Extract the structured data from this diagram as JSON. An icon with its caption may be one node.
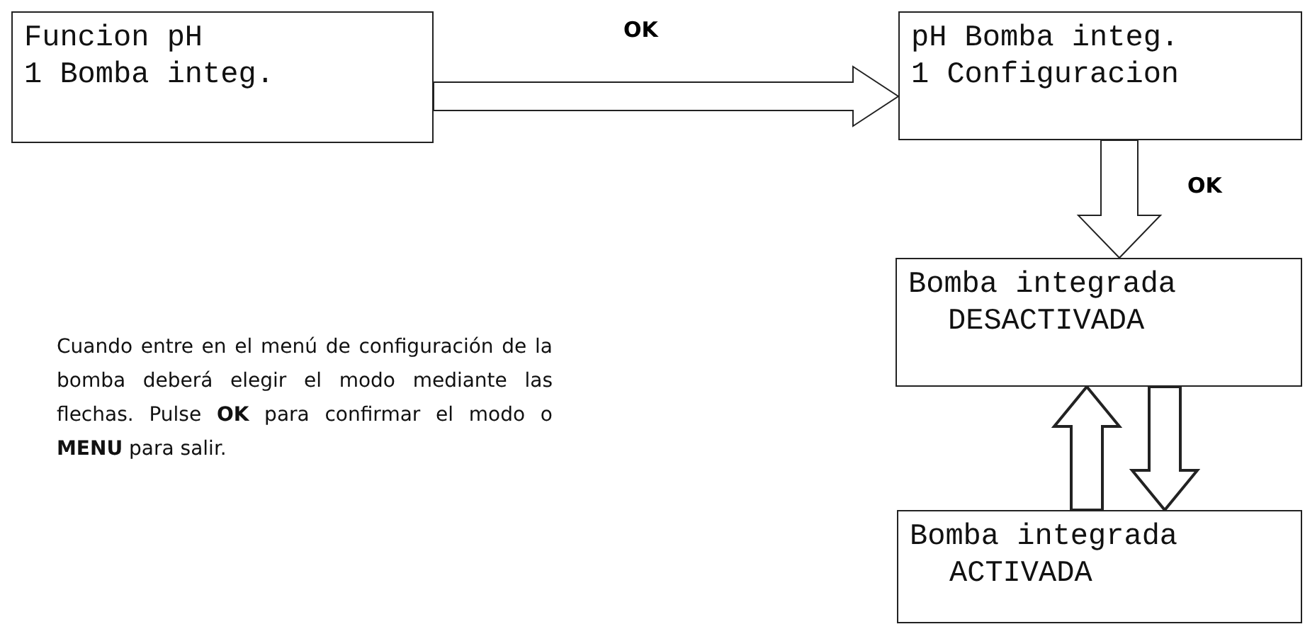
{
  "diagram": {
    "nodes": [
      {
        "text": [
          "Funcion pH",
          "1 Bomba integ."
        ]
      },
      {
        "text": [
          "pH Bomba integ.",
          "1 Configuracion"
        ]
      },
      {
        "text": [
          "Bomba integrada",
          "DESACTIVADA"
        ]
      },
      {
        "text": [
          "Bomba integrada",
          "ACTIVADA"
        ]
      }
    ],
    "edges": [
      {
        "from": 0,
        "to": 1,
        "arrow": "to",
        "label": "OK"
      },
      {
        "from": 1,
        "to": 2,
        "arrow": "to",
        "label": "OK"
      },
      {
        "from": 3,
        "to": 2,
        "arrow": "to"
      },
      {
        "from": 2,
        "to": 3,
        "arrow": "to"
      }
    ],
    "labels": [
      "Cuando entre en el menú de configuración de la bomba deberá elegir el modo mediante las flechas. Pulse **OK** para confirmar el modo o **MENU** para salir."
    ]
  }
}
